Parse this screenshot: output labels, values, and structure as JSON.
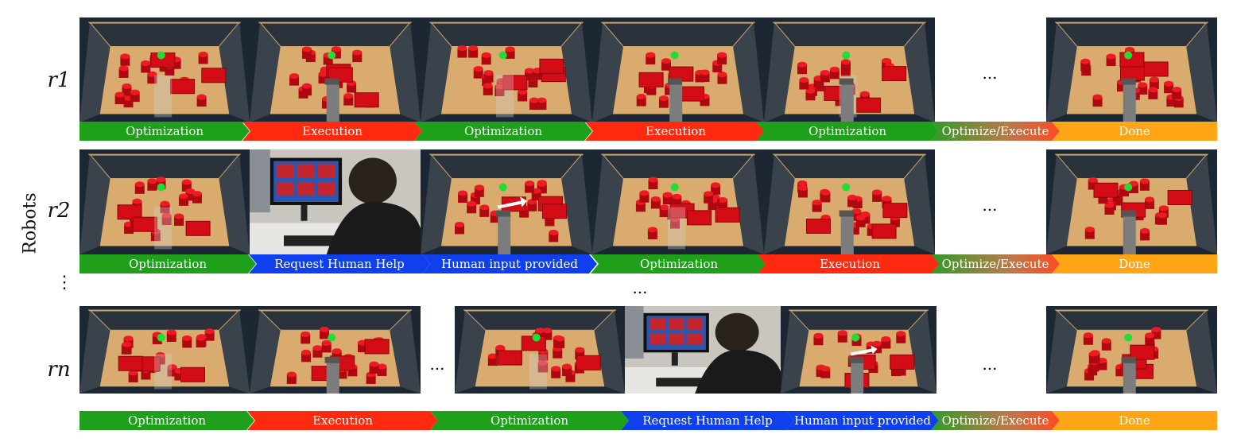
{
  "axis": {
    "title": "Robots",
    "vdots": "⋮"
  },
  "rows": [
    {
      "label": "r1",
      "ellipsis": "...",
      "stages": [
        "Optimization",
        "Execution",
        "Optimization",
        "Execution",
        "Optimization",
        "Optimize/Execute",
        "Done"
      ]
    },
    {
      "label": "r2",
      "ellipsis": "...",
      "stages": [
        "Optimization",
        "Request Human Help",
        "Human input provided",
        "Optimization",
        "Execution",
        "Optimize/Execute",
        "Done"
      ]
    },
    {
      "label": "rn",
      "ellipsis": "...",
      "mid_ellipsis": "...",
      "stages": [
        "Optimization",
        "Execution",
        "Optimization",
        "Request Human Help",
        "Human input provided",
        "Optimize/Execute",
        "Done"
      ]
    }
  ],
  "between_rows_ellipsis": "...",
  "colors": {
    "optimization": "#1fa01a",
    "execution": "#ff2a10",
    "human": "#1040ee",
    "done": "#ffa516",
    "object": "#e0101a",
    "target": "#22dd33"
  }
}
